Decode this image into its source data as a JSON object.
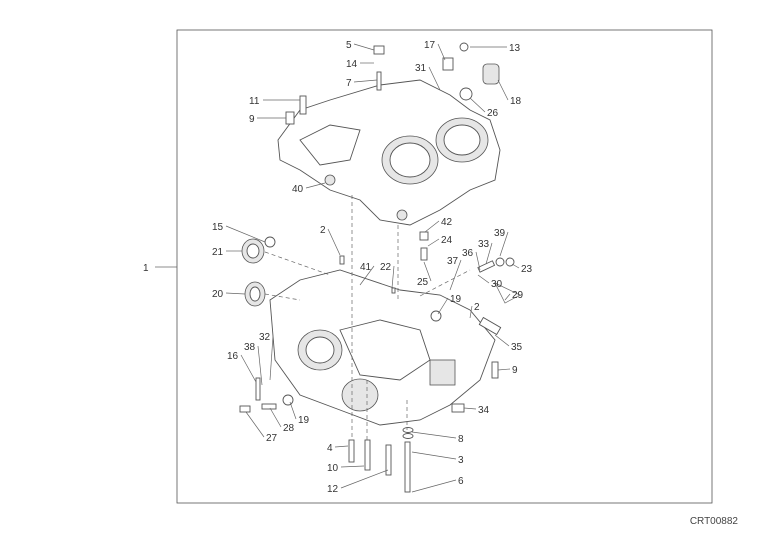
{
  "diagram": {
    "assembly_callout": "1",
    "drawing_code": "CRT00882",
    "callouts": [
      "5",
      "14",
      "7",
      "17",
      "13",
      "31",
      "18",
      "26",
      "11",
      "9",
      "40",
      "15",
      "21",
      "2",
      "42",
      "24",
      "25",
      "39",
      "33",
      "36",
      "37",
      "23",
      "30",
      "29",
      "20",
      "41",
      "22",
      "19",
      "2",
      "35",
      "32",
      "38",
      "16",
      "9",
      "34",
      "19",
      "28",
      "27",
      "4",
      "8",
      "10",
      "3",
      "12",
      "6"
    ]
  }
}
